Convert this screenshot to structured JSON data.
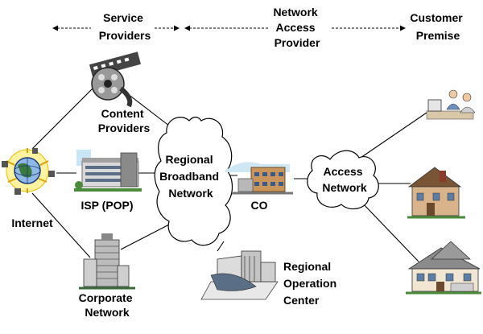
{
  "header": {
    "service_providers": [
      "Service",
      "Providers"
    ],
    "network_access_provider": [
      "Network",
      "Access",
      "Provider"
    ],
    "customer_premise": [
      "Customer",
      "Premise"
    ]
  },
  "nodes": {
    "content_providers": [
      "Content",
      "Providers"
    ],
    "isp": [
      "ISP (POP)"
    ],
    "corporate_network": [
      "Corporate",
      "Network"
    ],
    "internet": [
      "Internet"
    ],
    "regional_broadband_network": [
      "Regional",
      "Broadband",
      "Network"
    ],
    "co": [
      "CO"
    ],
    "access_network": [
      "Access",
      "Network"
    ],
    "regional_operation_center": [
      "Regional",
      "Operation",
      "Center"
    ]
  },
  "icons": {
    "internet": "globe-icon",
    "content_providers": "film-reel-icon",
    "isp": "office-building-icon",
    "corporate_network": "skyscraper-icon",
    "co": "central-office-building-icon",
    "regional_operation_center": "operation-center-building-icon",
    "customer_office": "people-at-computer-icon",
    "customer_house_1": "house-icon",
    "customer_house_2": "large-house-icon"
  }
}
